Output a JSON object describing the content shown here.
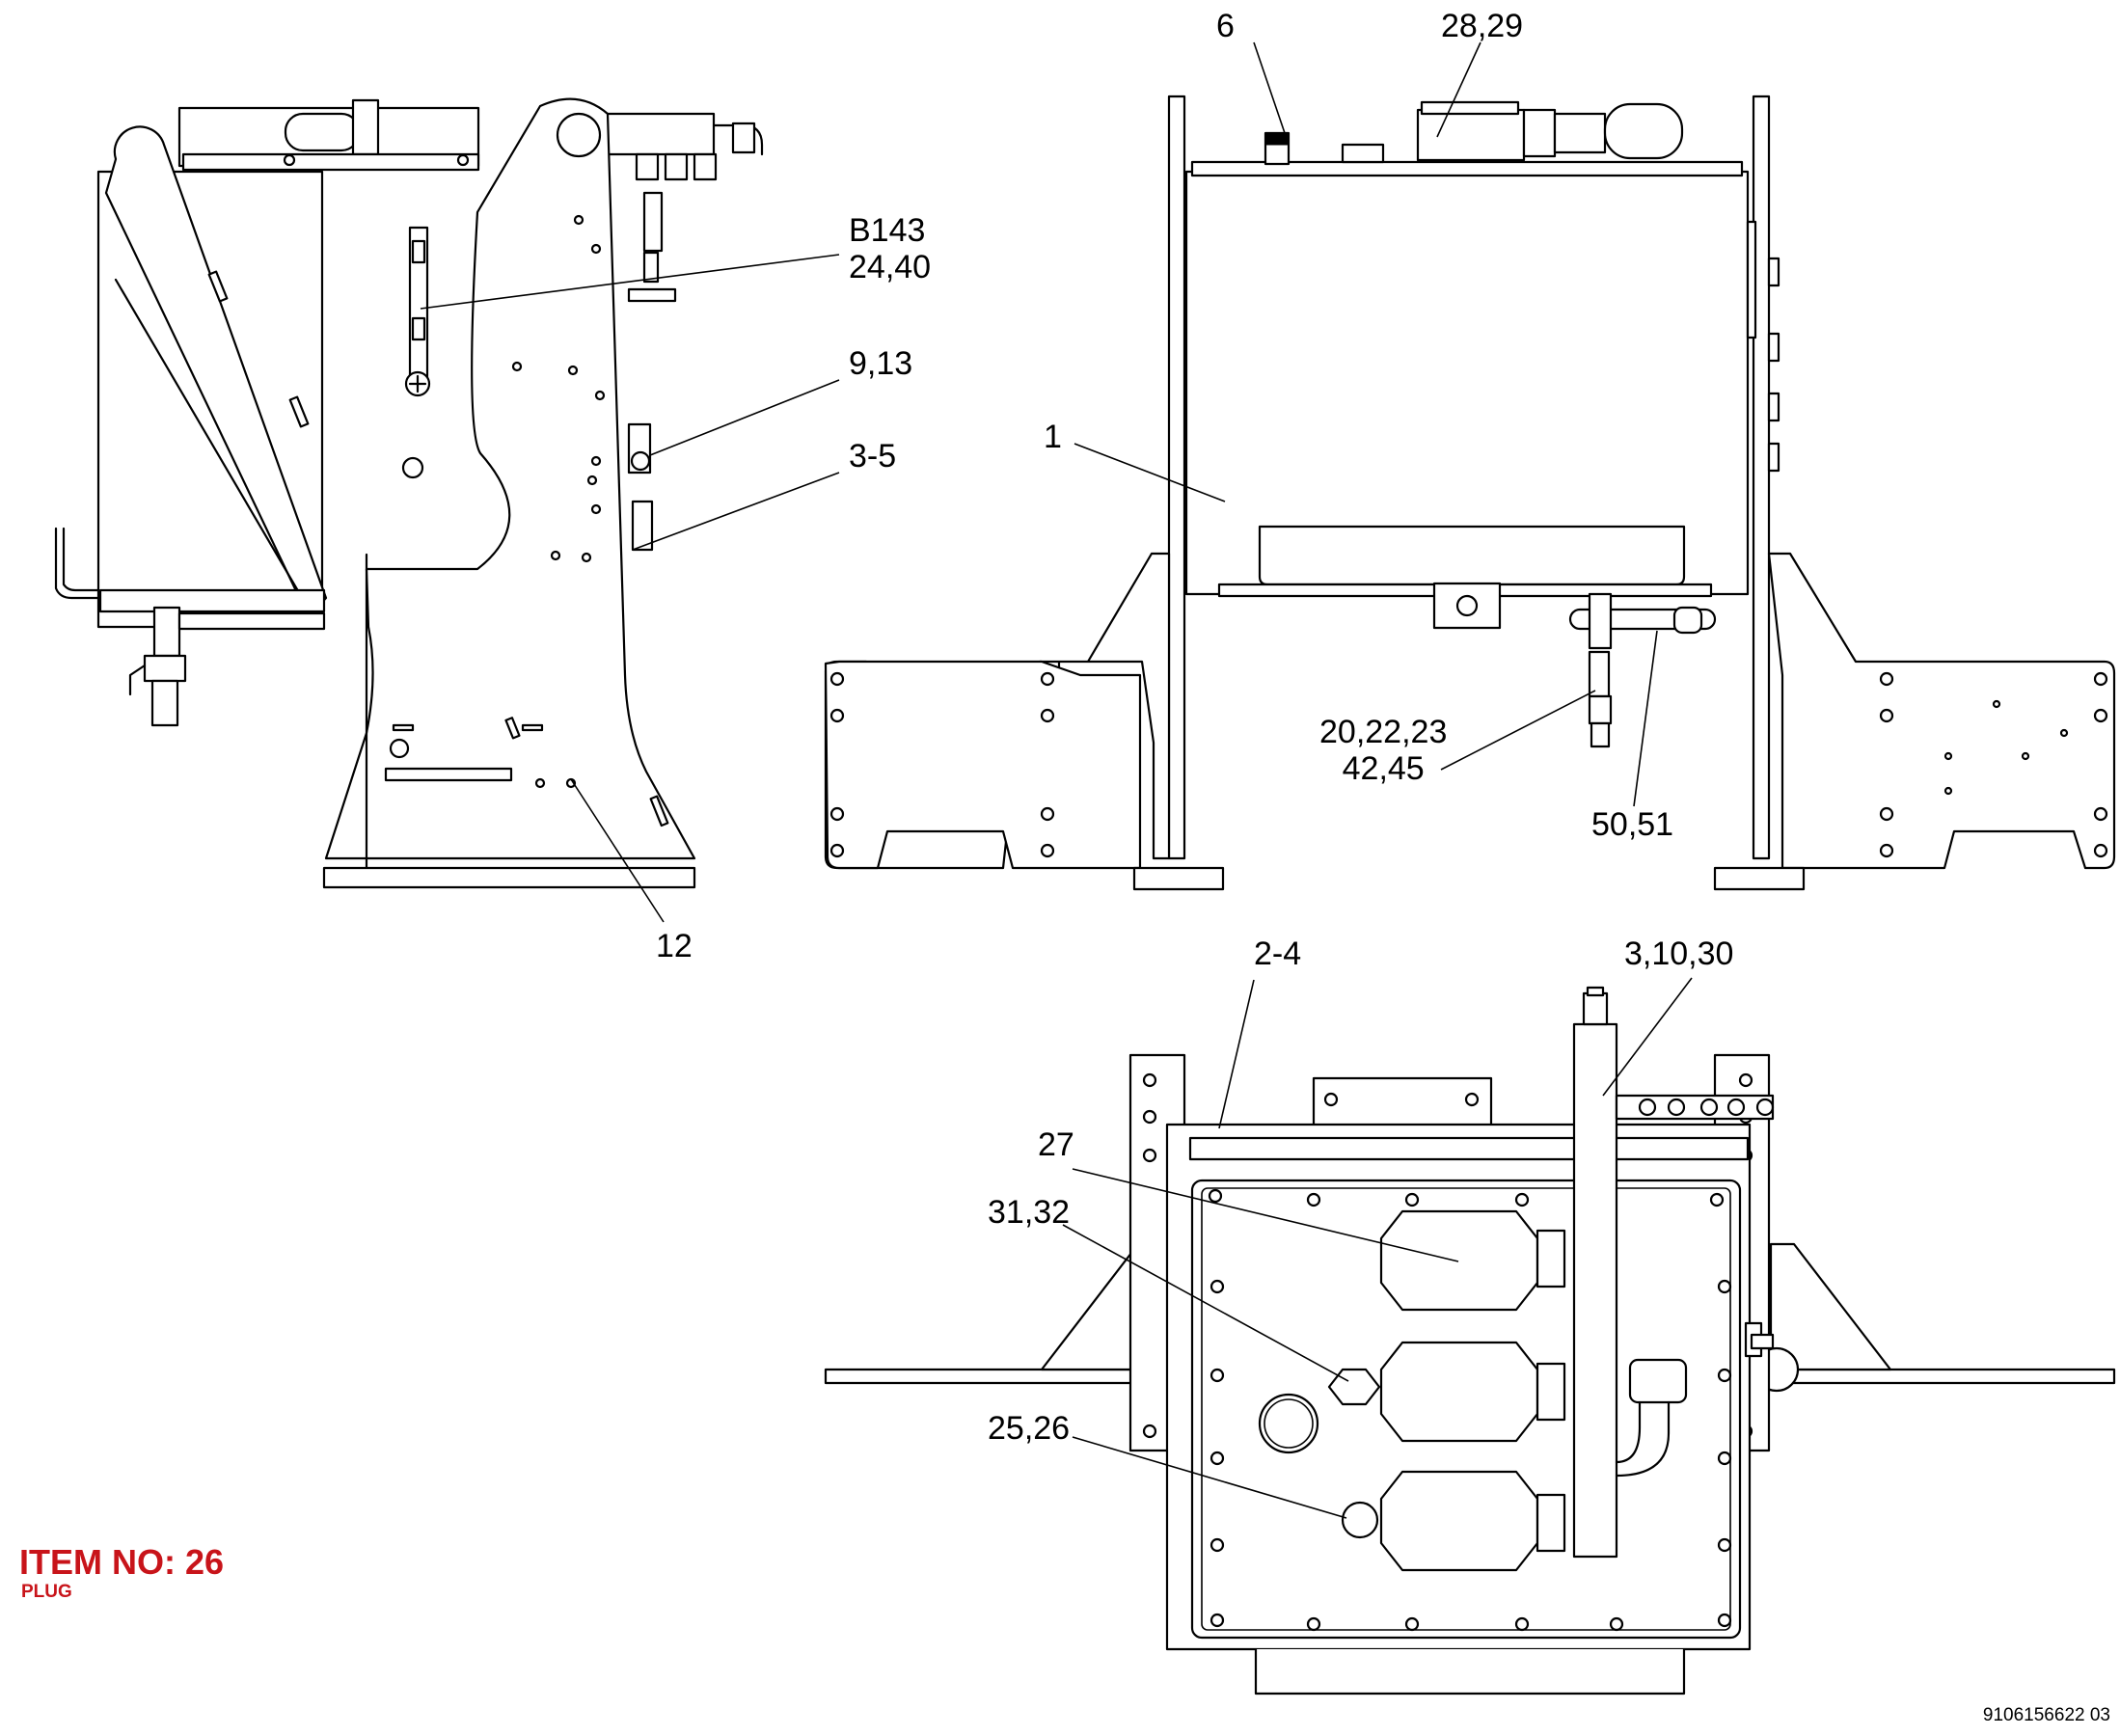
{
  "callouts": {
    "c6": "6",
    "c28_29": "28,29",
    "cB143": "B143\n24,40",
    "c9_13": "9,13",
    "c3_5": "3-5",
    "c1": "1",
    "c20_22": "20,22,23\n42,45",
    "c50_51": "50,51",
    "c12": "12",
    "c2_4": "2-4",
    "c3_10_30": "3,10,30",
    "c27": "27",
    "c31_32": "31,32",
    "c25_26": "25,26"
  },
  "item": {
    "title": "ITEM NO: 26",
    "subtitle": "PLUG"
  },
  "drawing_number": "9106156622 03",
  "colors": {
    "highlight": "#c8141a",
    "line": "#000000"
  }
}
